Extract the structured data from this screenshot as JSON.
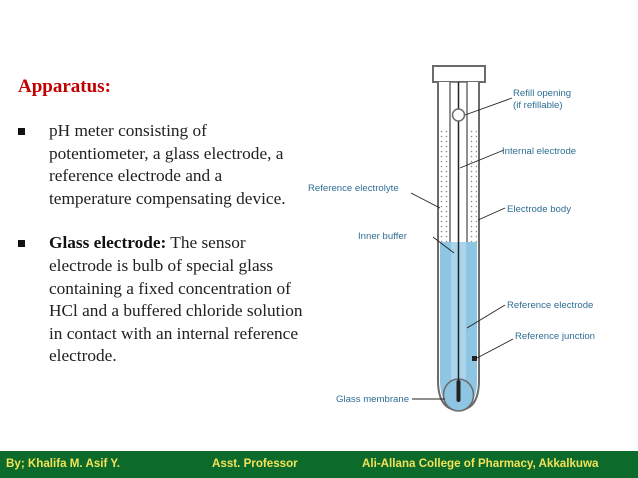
{
  "heading": "Apparatus:",
  "bullets": [
    {
      "bold": "",
      "text": "pH meter consisting of potentiometer, a glass electrode, a reference electrode and a temperature compensating device."
    },
    {
      "bold": "Glass electrode:",
      "text": " The sensor electrode is bulb of special glass containing a fixed concentration of HCl and a buffered chloride solution in contact with an internal reference electrode."
    }
  ],
  "diagram": {
    "labels": {
      "refill_line1": "Refill opening",
      "refill_line2": "(if refillable)",
      "internal_electrode": "Internal electrode",
      "reference_electrolyte": "Reference electrolyte",
      "electrode_body": "Electrode body",
      "inner_buffer": "Inner buffer",
      "reference_electrode": "Reference electrode",
      "reference_junction": "Reference junction",
      "glass_membrane": "Glass membrane"
    },
    "colors": {
      "buffer": "#8ec5e3",
      "label": "#2f6e96",
      "body_outline": "#6b6b6b"
    }
  },
  "footer": {
    "author": "By; Khalifa M. Asif  Y.",
    "position": "Asst. Professor",
    "institution": "Ali-Allana College of Pharmacy, Akkalkuwa"
  },
  "colors": {
    "heading": "#c00000",
    "footer_bg": "#0c6b2b",
    "footer_text": "#f2e25a"
  }
}
